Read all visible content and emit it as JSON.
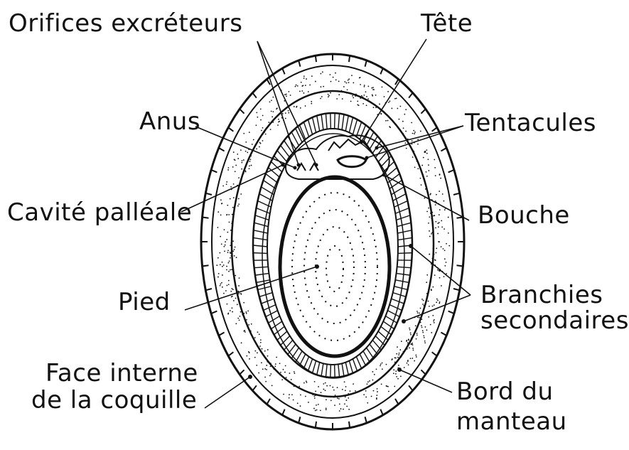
{
  "labels": {
    "orifices": "Orifices excréteurs",
    "tete": "Tête",
    "anus": "Anus",
    "tentacules": "Tentacules",
    "cavite": "Cavité palléale",
    "bouche": "Bouche",
    "pied": "Pied",
    "branchies_1": "Branchies",
    "branchies_2": "secondaires",
    "face_1": "Face interne",
    "face_2": "de la coquille",
    "bord_1": "Bord du",
    "bord_2": "manteau"
  },
  "colors": {
    "ink": "#111111",
    "paper": "#ffffff"
  }
}
